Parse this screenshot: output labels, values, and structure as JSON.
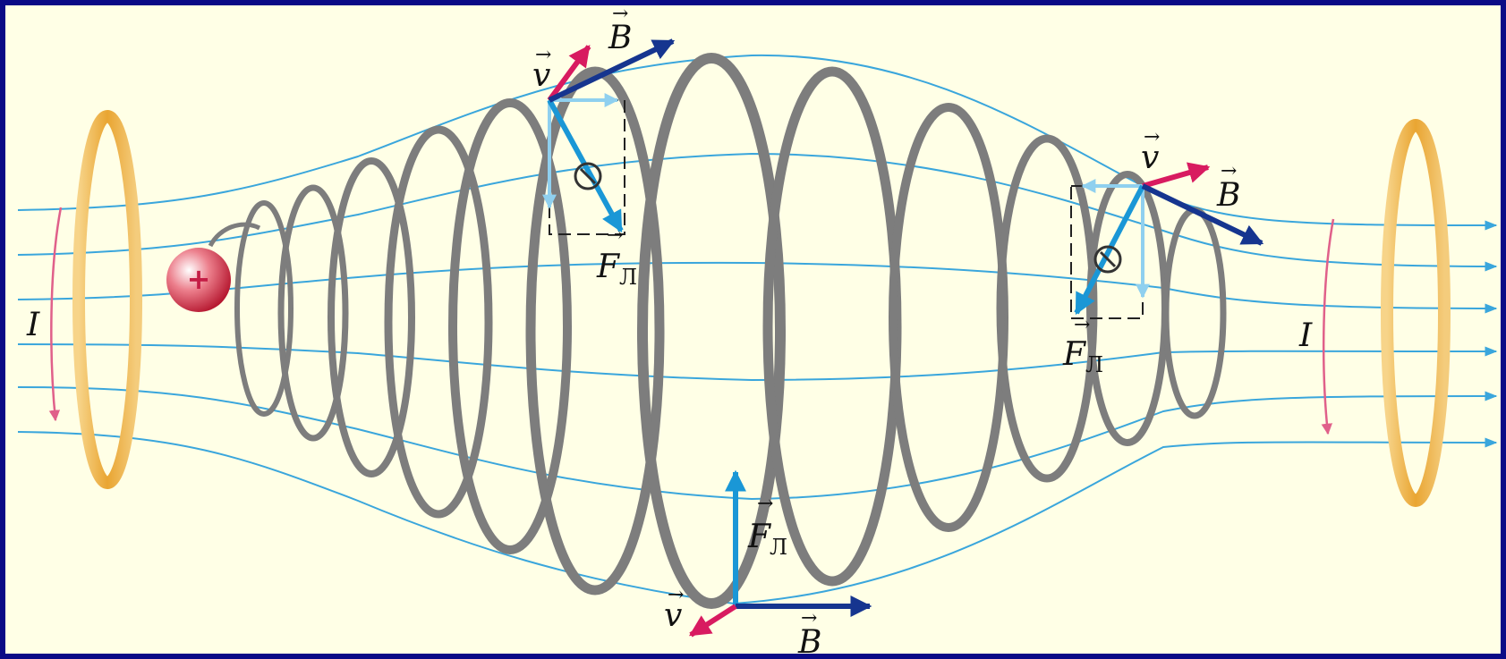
{
  "labels": {
    "current": "I",
    "charge": "+",
    "velocity": "v",
    "field": "B",
    "force": "F",
    "force_sub": "Л"
  },
  "colors": {
    "background": "#ffffe6",
    "border": "#0b0b86",
    "field_lines": "#3aa6dc",
    "coil": "#e9a532",
    "helix": "#7d7d7d",
    "velocity": "#d81b60",
    "field_vector": "#16358f",
    "force_vector": "#1a97d6",
    "current_arrow": "#e0608a"
  }
}
